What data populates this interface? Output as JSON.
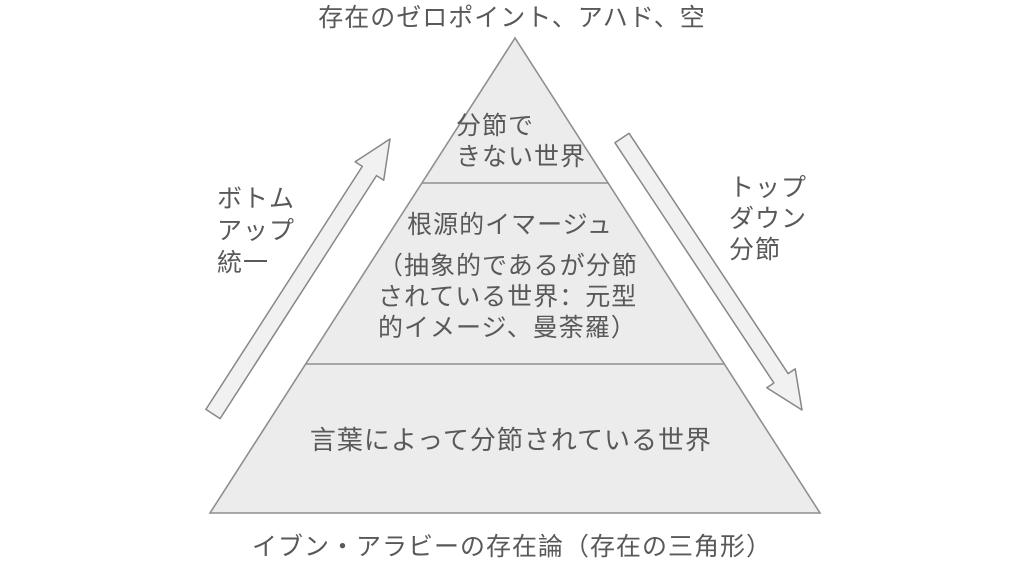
{
  "page": {
    "background": "#ffffff",
    "text_color": "#595959"
  },
  "diagram": {
    "top_label": "存在のゼロポイント、アハド、空",
    "triangle": {
      "fill": "#ececec",
      "stroke": "#8f8f8f",
      "tiers": [
        {
          "name": "unarticulated-world",
          "label": "分節で\nきない世界"
        },
        {
          "name": "fundamental-image",
          "title": "根源的イマージュ",
          "description": "（抽象的であるが分節\nされている世界：元型\n的イメージ、曼荼羅）"
        },
        {
          "name": "language-articulated-world",
          "label": "言葉によって分節されている世界"
        }
      ]
    },
    "left_arrow": {
      "label": "ボトム\nアップ\n統一",
      "direction": "up",
      "fill": "#f1f1f1",
      "stroke": "#878787"
    },
    "right_arrow": {
      "label": "トップ\nダウン\n分節",
      "direction": "down",
      "fill": "#f1f1f1",
      "stroke": "#878787"
    },
    "bottom_caption": "イブン・アラビーの存在論（存在の三角形）"
  }
}
